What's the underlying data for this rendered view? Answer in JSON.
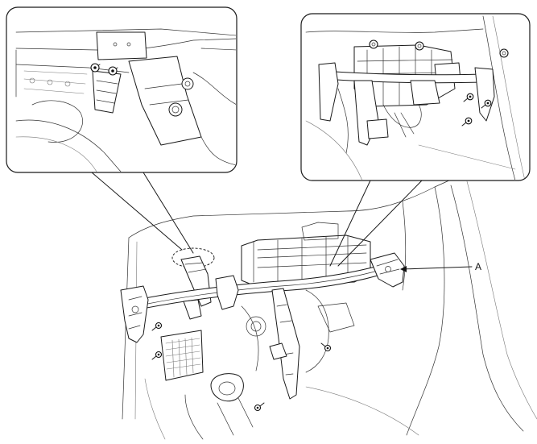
{
  "figure": {
    "callouts": [
      {
        "label": "A"
      }
    ]
  },
  "details": [
    {
      "name": "left-detail-inset",
      "fasteners": 2
    },
    {
      "name": "right-detail-inset",
      "fasteners": 6
    }
  ],
  "main_view": {
    "fasteners": 4
  },
  "colors": {
    "line": "#1a1a1a",
    "background": "#ffffff"
  }
}
